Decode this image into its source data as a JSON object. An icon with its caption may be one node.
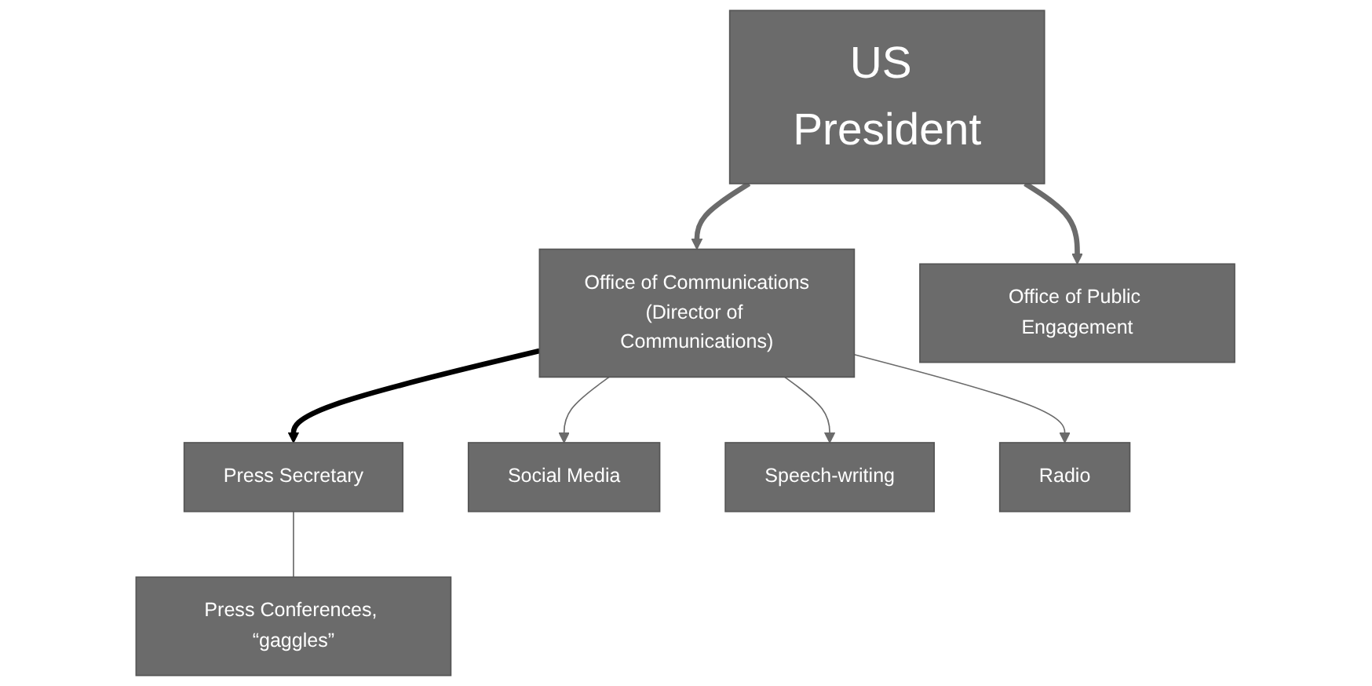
{
  "diagram": {
    "nodes": [
      {
        "text": [
          "US President"
        ]
      },
      {
        "text": [
          "Office of Communications",
          "(Director of Communications)"
        ]
      },
      {
        "text": [
          "Office of Public Engagement"
        ]
      },
      {
        "text": [
          "Press Secretary"
        ]
      },
      {
        "text": [
          "Social Media"
        ]
      },
      {
        "text": [
          "Speech-writing"
        ]
      },
      {
        "text": [
          "Radio"
        ]
      },
      {
        "text": [
          "Press Conferences, “gaggles”"
        ]
      }
    ],
    "edges": [
      {
        "from": 0,
        "to": 1,
        "arrow": "to",
        "style": "thick"
      },
      {
        "from": 0,
        "to": 2,
        "arrow": "to",
        "style": "thick"
      },
      {
        "from": 1,
        "to": 4,
        "arrow": "to"
      },
      {
        "from": 1,
        "to": 5,
        "arrow": "to"
      },
      {
        "from": 1,
        "to": 6,
        "arrow": "to"
      },
      {
        "from": 1,
        "to": 3,
        "arrow": "to",
        "style": "thick",
        "color": "#000000"
      },
      {
        "from": 3,
        "to": 7,
        "arrow": "none"
      }
    ]
  }
}
